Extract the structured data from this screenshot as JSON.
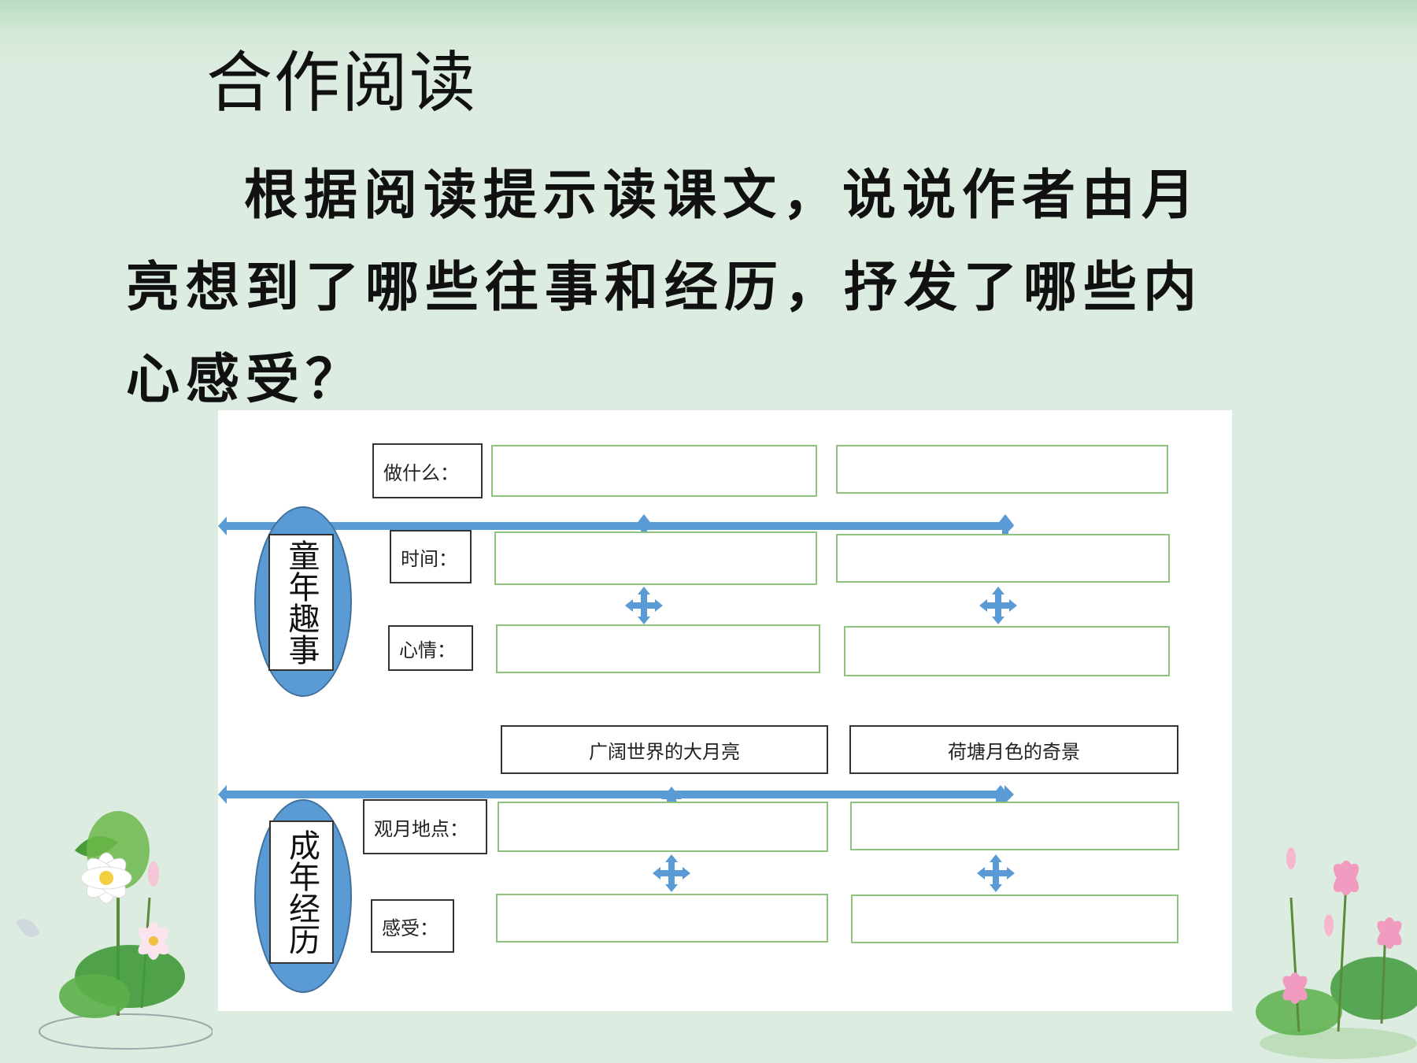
{
  "title": "合作阅读",
  "question": "根据阅读提示读课文，说说作者由月亮想到了哪些往事和经历，抒发了哪些内心感受？",
  "diagram": {
    "childhood": {
      "heading": "童年趣事",
      "labels": {
        "what": "做什么：",
        "time": "时间：",
        "mood": "心情："
      }
    },
    "adulthood": {
      "heading": "成年经历",
      "labels": {
        "place": "观月地点：",
        "feeling": "感受："
      },
      "scenes": [
        "广阔世界的大月亮",
        "荷塘月色的奇景"
      ]
    }
  },
  "colors": {
    "accent": "#5b9bd5",
    "box_border": "#8fc27c"
  }
}
